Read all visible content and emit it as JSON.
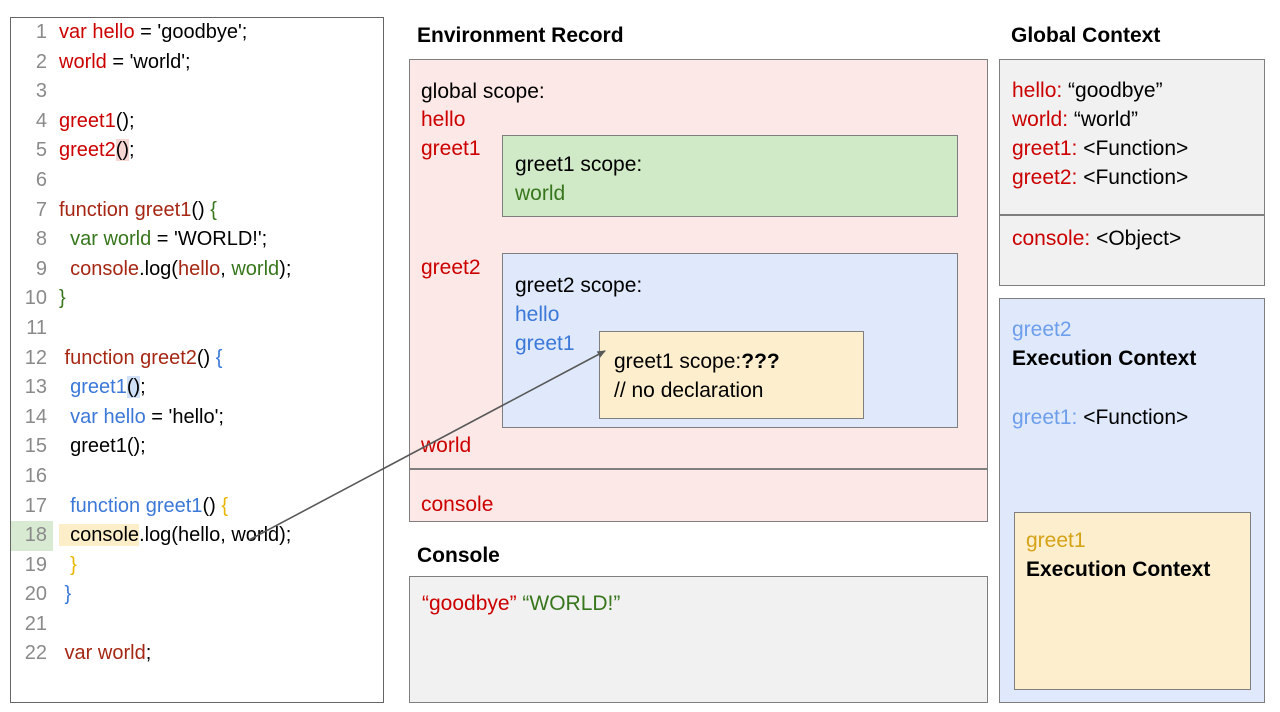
{
  "code_panel": {
    "lines": [
      {
        "n": "1",
        "num_hl": false,
        "tokens": [
          {
            "t": "var hello",
            "c": "r"
          },
          {
            "t": " = 'goodbye';",
            "c": "k"
          }
        ]
      },
      {
        "n": "2",
        "num_hl": false,
        "tokens": [
          {
            "t": "world",
            "c": "r"
          },
          {
            "t": " = 'world';",
            "c": "k"
          }
        ]
      },
      {
        "n": "3",
        "num_hl": false,
        "tokens": []
      },
      {
        "n": "4",
        "num_hl": false,
        "tokens": [
          {
            "t": "greet1",
            "c": "r"
          },
          {
            "t": "();",
            "c": "k"
          }
        ]
      },
      {
        "n": "5",
        "num_hl": false,
        "tokens": [
          {
            "t": "greet2",
            "c": "r"
          },
          {
            "t": "()",
            "c": "k",
            "hl": "hl-red"
          },
          {
            "t": ";",
            "c": "k"
          }
        ]
      },
      {
        "n": "6",
        "num_hl": false,
        "tokens": []
      },
      {
        "n": "7",
        "num_hl": false,
        "tokens": [
          {
            "t": "function greet1",
            "c": "dr"
          },
          {
            "t": "() ",
            "c": "k"
          },
          {
            "t": "{",
            "c": "g"
          }
        ]
      },
      {
        "n": "8",
        "num_hl": false,
        "tokens": [
          {
            "t": "  var world",
            "c": "g"
          },
          {
            "t": " = 'WORLD!';",
            "c": "k"
          }
        ]
      },
      {
        "n": "9",
        "num_hl": false,
        "tokens": [
          {
            "t": "  console",
            "c": "dr"
          },
          {
            "t": ".log(",
            "c": "k"
          },
          {
            "t": "hello",
            "c": "dr"
          },
          {
            "t": ", ",
            "c": "k"
          },
          {
            "t": "world",
            "c": "g"
          },
          {
            "t": ");",
            "c": "k"
          }
        ]
      },
      {
        "n": "10",
        "num_hl": false,
        "tokens": [
          {
            "t": "}",
            "c": "g"
          }
        ]
      },
      {
        "n": "11",
        "num_hl": false,
        "tokens": []
      },
      {
        "n": "12",
        "num_hl": false,
        "tokens": [
          {
            "t": " function greet2",
            "c": "dr"
          },
          {
            "t": "() ",
            "c": "k"
          },
          {
            "t": "{",
            "c": "b"
          }
        ]
      },
      {
        "n": "13",
        "num_hl": false,
        "tokens": [
          {
            "t": "  greet1",
            "c": "b"
          },
          {
            "t": "()",
            "c": "k",
            "hl": "hl-blue"
          },
          {
            "t": ";",
            "c": "k"
          }
        ]
      },
      {
        "n": "14",
        "num_hl": false,
        "tokens": [
          {
            "t": "  var hello",
            "c": "b"
          },
          {
            "t": " = 'hello';",
            "c": "k"
          }
        ]
      },
      {
        "n": "15",
        "num_hl": false,
        "tokens": [
          {
            "t": "  greet1();",
            "c": "k"
          }
        ]
      },
      {
        "n": "16",
        "num_hl": false,
        "tokens": []
      },
      {
        "n": "17",
        "num_hl": false,
        "tokens": [
          {
            "t": "  function greet1",
            "c": "b"
          },
          {
            "t": "() ",
            "c": "k"
          },
          {
            "t": "{",
            "c": "y"
          }
        ]
      },
      {
        "n": "18",
        "num_hl": true,
        "tokens": [
          {
            "t": "  console",
            "c": "k",
            "hl": "hl-yellow"
          },
          {
            "t": ".log(hello, world);",
            "c": "k"
          }
        ]
      },
      {
        "n": "19",
        "num_hl": false,
        "tokens": [
          {
            "t": "  }",
            "c": "y"
          }
        ]
      },
      {
        "n": "20",
        "num_hl": false,
        "tokens": [
          {
            "t": " }",
            "c": "b"
          }
        ]
      },
      {
        "n": "21",
        "num_hl": false,
        "tokens": []
      },
      {
        "n": "22",
        "num_hl": false,
        "tokens": [
          {
            "t": " var world",
            "c": "dr"
          },
          {
            "t": ";",
            "c": "k"
          }
        ]
      }
    ]
  },
  "environment_record": {
    "title": "Environment Record",
    "global_scope_label": "global scope:",
    "global_bindings": [
      "hello",
      "greet1",
      "greet2",
      "world"
    ],
    "console_binding": "console",
    "greet1_scope": {
      "title": "greet1 scope:",
      "bindings": [
        "world"
      ]
    },
    "greet2_scope": {
      "title": "greet2 scope:",
      "bindings": [
        "hello",
        "greet1"
      ],
      "inner_greet1_scope": {
        "line1_label": "greet1 scope:",
        "line1_value": "???",
        "line2": "// no declaration"
      }
    }
  },
  "console_panel": {
    "title": "Console",
    "output": [
      {
        "text": "“goodbye”",
        "color": "#cc0000"
      },
      {
        "text": "“WORLD!”",
        "color": "#38761d"
      }
    ]
  },
  "global_context": {
    "title": "Global Context",
    "bindings": [
      {
        "name": "hello",
        "value": "“goodbye”"
      },
      {
        "name": "world",
        "value": "“world”"
      },
      {
        "name": "greet1",
        "value": "<Function>"
      },
      {
        "name": "greet2",
        "value": "<Function>"
      }
    ],
    "console_binding": {
      "name": "console",
      "value": "<Object>"
    },
    "greet2_execution_context": {
      "name": "greet2",
      "label": "Execution Context",
      "binding": {
        "name": "greet1",
        "value": "<Function>"
      }
    },
    "greet1_execution_context": {
      "name": "greet1",
      "label": "Execution Context"
    }
  },
  "colors": {
    "pink": "#fce8e6",
    "green": "#d0e9c6",
    "blue": "#dfe9fb",
    "yellow": "#fdeecd",
    "gray_panel": "#f1f1f1",
    "border": "#7f7f7f",
    "red_text": "#cc0000",
    "green_text": "#38761d",
    "blue_text": "#3c78d8",
    "line_highlight": "#d9ead3"
  }
}
